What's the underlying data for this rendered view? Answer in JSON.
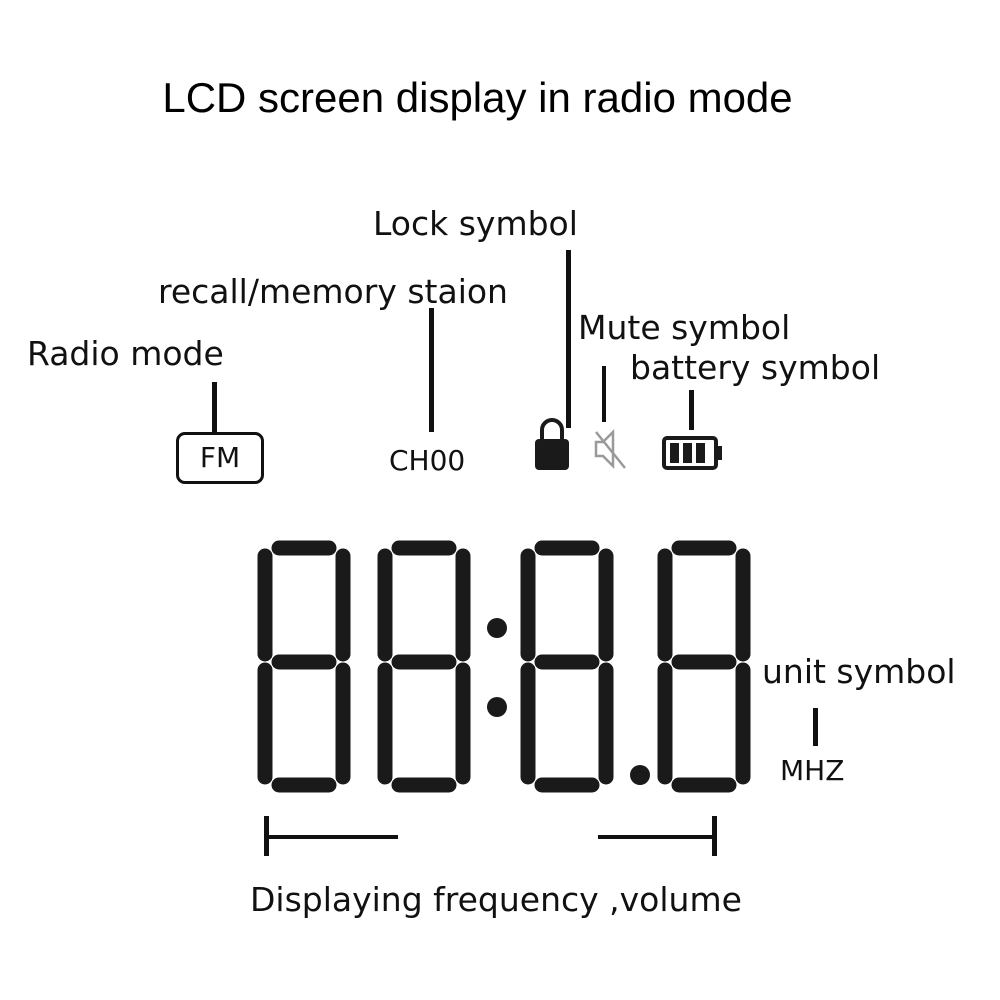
{
  "title": "LCD screen display in radio mode",
  "labels": {
    "lock": "Lock symbol",
    "recall": "recall/memory staion",
    "mute": "Mute symbol",
    "radio_mode": "Radio mode",
    "battery": "battery symbol",
    "unit": "unit symbol",
    "frequency": "Displaying frequency ,volume"
  },
  "display": {
    "mode": "FM",
    "channel": "CH00",
    "unit": "MHZ",
    "digits": "88:8.8"
  },
  "icons": {
    "lock": "lock-icon",
    "mute": "mute-speaker-icon",
    "battery": "battery-icon"
  },
  "colors": {
    "segment": "#1a1a1a",
    "mute_icon": "#9a9a9a"
  }
}
